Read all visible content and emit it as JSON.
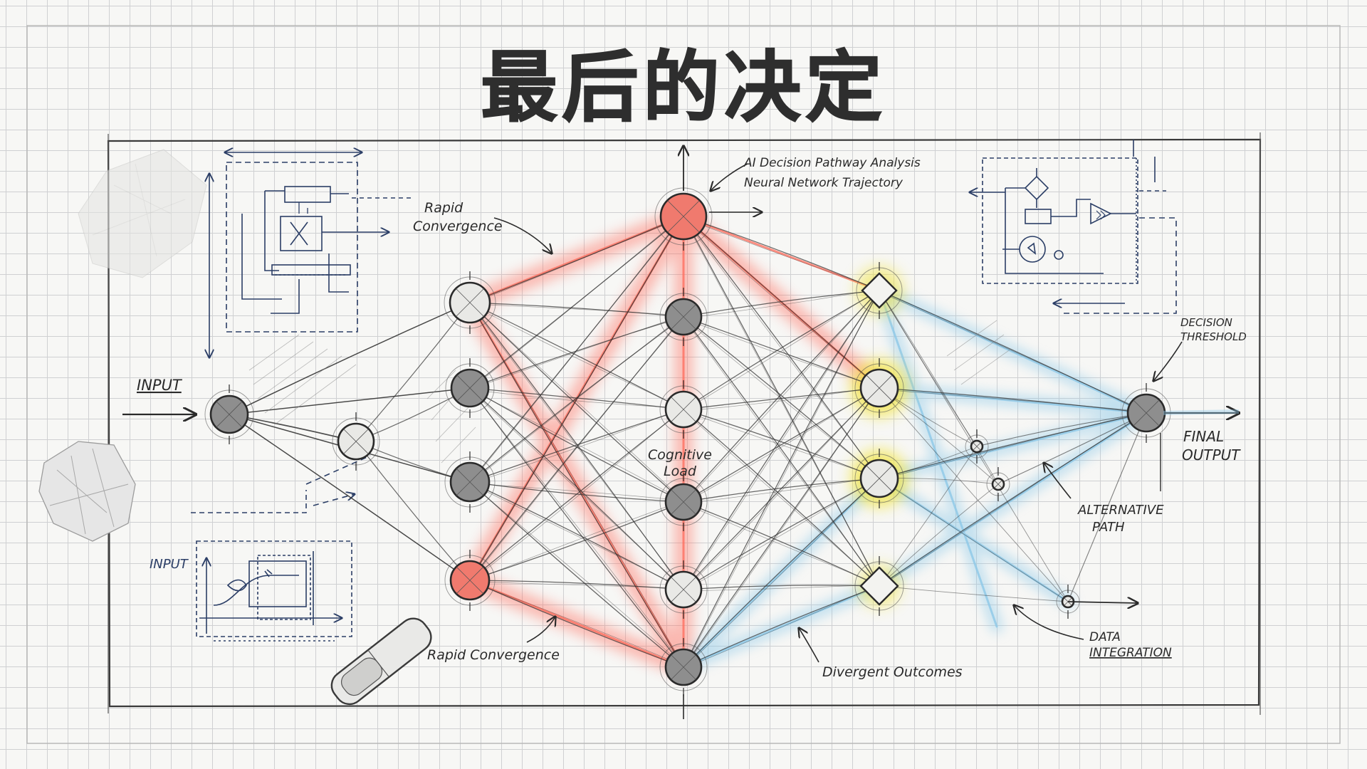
{
  "title": "最后的决定",
  "labels": {
    "top_annotation_line1": "AI Decision Pathway Analysis",
    "top_annotation_line2": "Neural Network Trajectory",
    "rapid_top_line1": "Rapid",
    "rapid_top_line2": "Convergence",
    "input_main": "INPUT",
    "input_small": "INPUT",
    "cognitive_line1": "Cognitive",
    "cognitive_line2": "Load",
    "rapid_bottom": "Rapid Convergence",
    "divergent": "Divergent Outcomes",
    "decision_line1": "DECISION",
    "decision_line2": "THRESHOLD",
    "final_line1": "FINAL",
    "final_line2": "OUTPUT",
    "alternative_line1": "ALTERNATIVE",
    "alternative_line2": "PATH",
    "data_line1": "DATA",
    "data_line2": "INTEGRATION"
  },
  "colors": {
    "ink": "#2a2a2a",
    "blue_ink": "#2b3e66",
    "red_glow": "#ff6b5b",
    "blue_glow": "#8ec9e8",
    "yellow_glow": "#f2e43a"
  }
}
